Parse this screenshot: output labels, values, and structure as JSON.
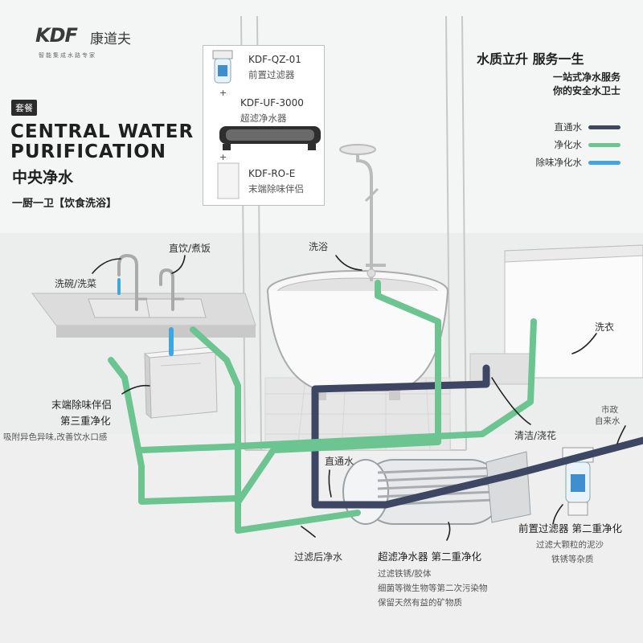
{
  "brand": {
    "logo_text": "KDF",
    "name_cn": "康道夫",
    "slogan_small": "智能集成水路专家"
  },
  "header": {
    "bundle_tag": "套餐",
    "title_en_line1": "CENTRAL WATER",
    "title_en_line2": "PURIFICATION",
    "title_cn": "中央净水",
    "subtitle": "一厨一卫【饮食洗浴】"
  },
  "slogan": {
    "main": "水质立升  服务一生",
    "line1": "一站式净水服务",
    "line2": "你的安全水卫士"
  },
  "legend": [
    {
      "label": "直通水",
      "color": "#3d4662"
    },
    {
      "label": "净化水",
      "color": "#6cc590"
    },
    {
      "label": "除味净化水",
      "color": "#3fa6e0"
    }
  ],
  "products": [
    {
      "name": "KDF-QZ-01",
      "desc": "前置过滤器"
    },
    {
      "name": "KDF-UF-3000",
      "desc": "超滤净水器"
    },
    {
      "name": "KDF-RO-E",
      "desc": "末端除味伴侣"
    }
  ],
  "plus_sign": "+",
  "labels": {
    "dishwash": "洗碗/洗菜",
    "drink_cook": "直饮/煮饭",
    "shower": "洗浴",
    "laundry": "洗衣",
    "terminal_title": "末端除味伴侣",
    "terminal_stage": "第三重净化",
    "terminal_desc": "吸附异色异味,改善饮水口感",
    "clean_water": "清洁/浇花",
    "city_water_1": "市政",
    "city_water_2": "自来水",
    "direct_water": "直通水",
    "filtered_water": "过滤后净水",
    "uf_title": "超滤净水器 第二重净化",
    "uf_desc1": "过滤铁锈/胶体",
    "uf_desc2": "细菌等微生物等第二次污染物",
    "uf_desc3": "保留天然有益的矿物质",
    "pre_title": "前置过滤器 第二重净化",
    "pre_desc1": "过滤大颗粒的泥沙",
    "pre_desc2": "铁锈等杂质"
  },
  "colors": {
    "direct": "#3d4662",
    "purified": "#6cc590",
    "deodor": "#3fa6e0"
  }
}
